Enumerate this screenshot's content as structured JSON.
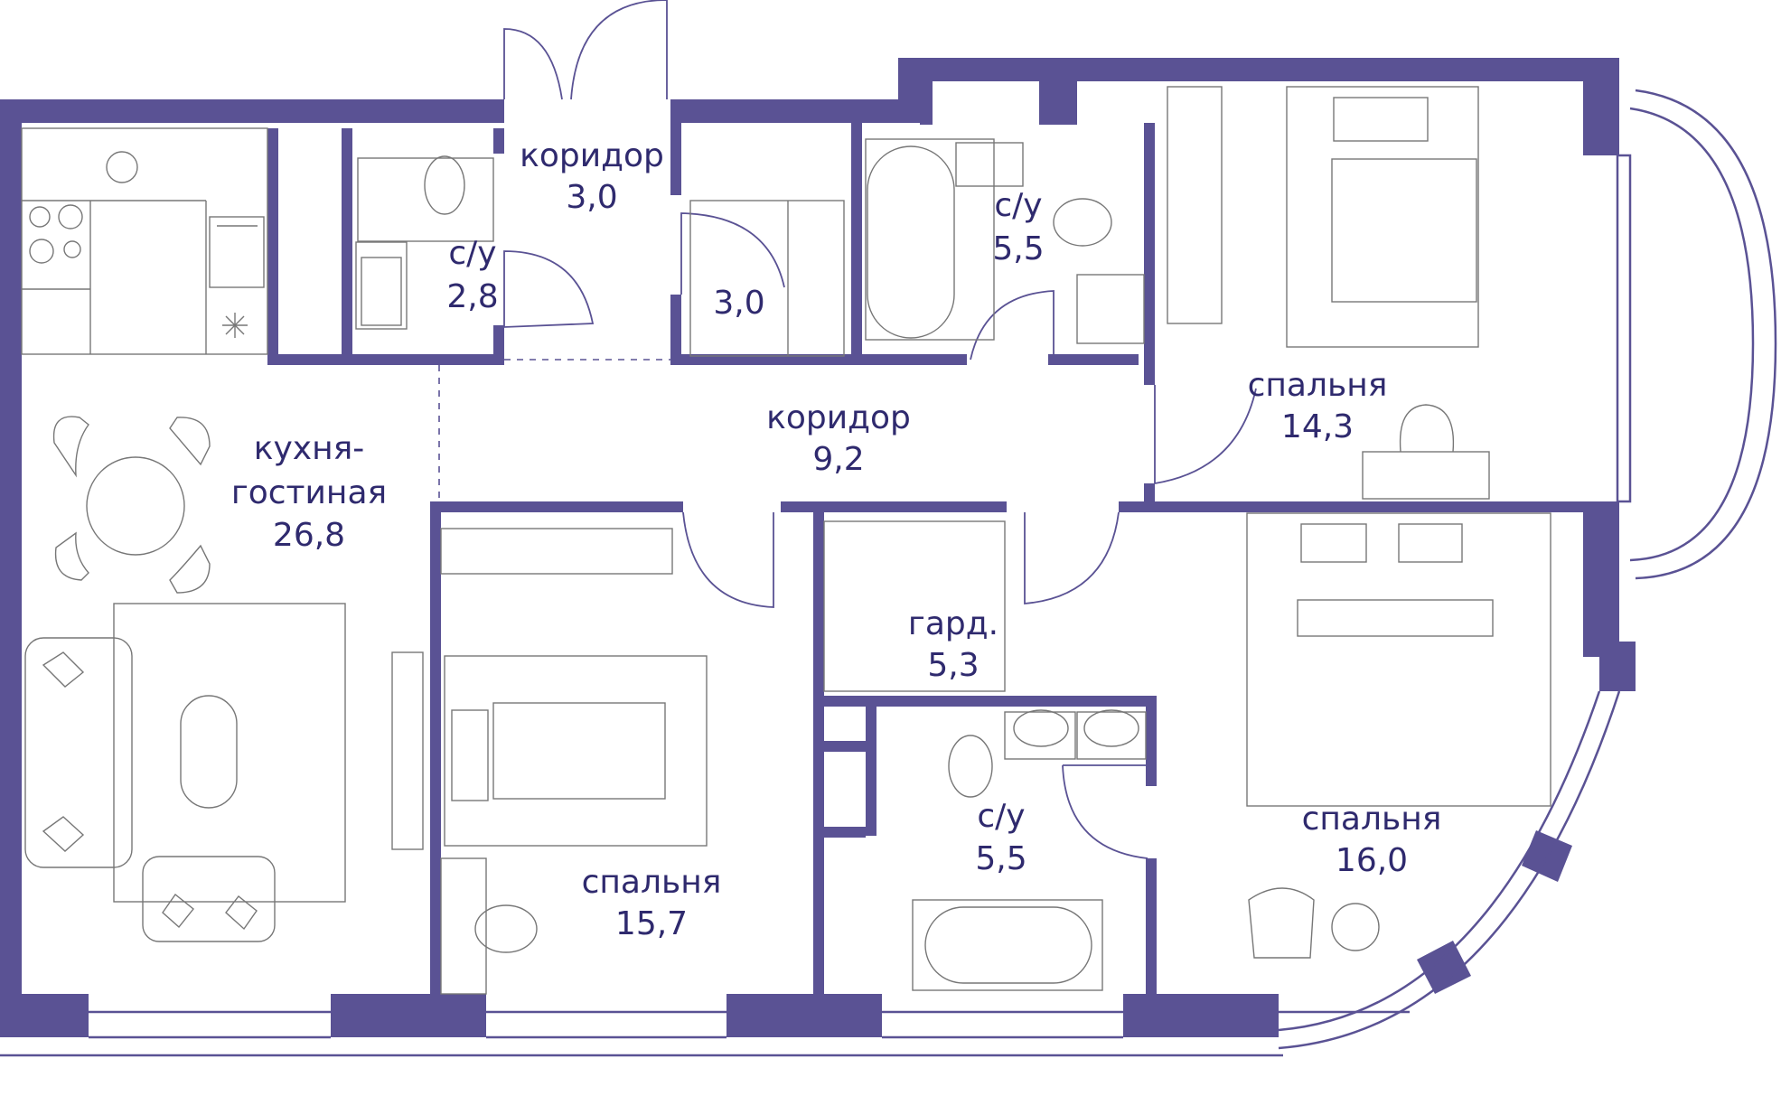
{
  "rooms": {
    "kitchen_living": {
      "name_line1": "кухня-",
      "name_line2": "гостиная",
      "area": "26,8"
    },
    "corridor_top": {
      "name": "коридор",
      "area": "3,0"
    },
    "bathroom_small": {
      "name": "с/у",
      "area": "2,8"
    },
    "storage": {
      "area": "3,0"
    },
    "bathroom_top": {
      "name": "с/у",
      "area": "5,5"
    },
    "bedroom_top_right": {
      "name": "спальня",
      "area": "14,3"
    },
    "corridor_main": {
      "name": "коридор",
      "area": "9,2"
    },
    "wardrobe": {
      "name": "гард.",
      "area": "5,3"
    },
    "bathroom_bottom": {
      "name": "с/у",
      "area": "5,5"
    },
    "bedroom_middle": {
      "name": "спальня",
      "area": "15,7"
    },
    "bedroom_bottom_right": {
      "name": "спальня",
      "area": "16,0"
    }
  },
  "colors": {
    "wall": "#5a5294",
    "label": "#2f2a6e",
    "furniture": "#777777"
  }
}
